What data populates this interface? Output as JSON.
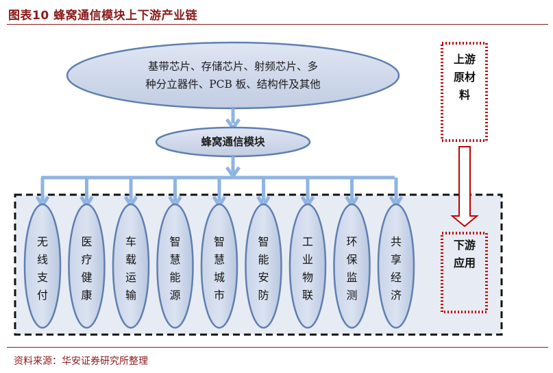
{
  "title": "图表10  蜂窝通信模块上下游产业链",
  "upstream": {
    "line1": "基带芯片、存储芯片、射频芯片、多",
    "line2": "种分立器件、PCB 板、结构件及其他"
  },
  "middle": "蜂窝通信模块",
  "applications": [
    "无线支付",
    "医疗健康",
    "车载运输",
    "智慧能源",
    "智慧城市",
    "智能安防",
    "工业物联",
    "环保监测",
    "共享经济"
  ],
  "side_labels": {
    "upstream": "上游原材料",
    "downstream": "下游应用"
  },
  "source": "资料来源：华安证券研究所整理",
  "colors": {
    "title": "#8b1a1a",
    "oval_fill": "#c9d3e6",
    "oval_stroke": "#5f7fb0",
    "arrow": "#8eb4e3",
    "dotted_red": "#c00000"
  }
}
